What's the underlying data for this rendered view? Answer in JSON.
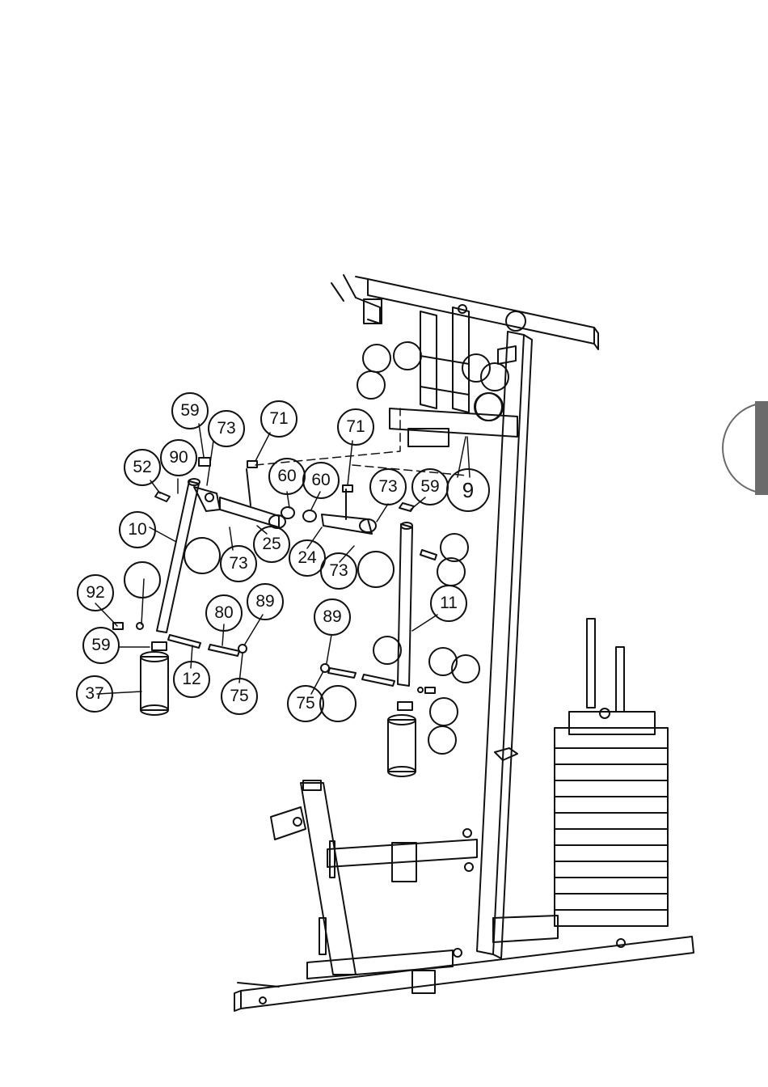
{
  "callouts": [
    {
      "id": "c59a",
      "text": "59"
    },
    {
      "id": "c73a",
      "text": "73"
    },
    {
      "id": "c71a",
      "text": "71"
    },
    {
      "id": "c71b",
      "text": "71"
    },
    {
      "id": "c90",
      "text": "90"
    },
    {
      "id": "c52",
      "text": "52"
    },
    {
      "id": "c60a",
      "text": "60"
    },
    {
      "id": "c60b",
      "text": "60"
    },
    {
      "id": "c73b",
      "text": "73"
    },
    {
      "id": "c59b",
      "text": "59"
    },
    {
      "id": "c9",
      "text": "9"
    },
    {
      "id": "c10",
      "text": "10"
    },
    {
      "id": "c25",
      "text": "25"
    },
    {
      "id": "c73c",
      "text": "73"
    },
    {
      "id": "c24",
      "text": "24"
    },
    {
      "id": "c73d",
      "text": "73"
    },
    {
      "id": "c92",
      "text": "92"
    },
    {
      "id": "c80",
      "text": "80"
    },
    {
      "id": "c89a",
      "text": "89"
    },
    {
      "id": "c11",
      "text": "11"
    },
    {
      "id": "c59c",
      "text": "59"
    },
    {
      "id": "c89b",
      "text": "89"
    },
    {
      "id": "c12",
      "text": "12"
    },
    {
      "id": "c37",
      "text": "37"
    },
    {
      "id": "c75a",
      "text": "75"
    },
    {
      "id": "c75b",
      "text": "75"
    },
    {
      "id": "e1",
      "text": ""
    },
    {
      "id": "e2",
      "text": ""
    },
    {
      "id": "e3",
      "text": ""
    },
    {
      "id": "e4",
      "text": ""
    },
    {
      "id": "e5",
      "text": ""
    },
    {
      "id": "e6",
      "text": ""
    },
    {
      "id": "e7",
      "text": ""
    },
    {
      "id": "e8",
      "text": ""
    },
    {
      "id": "e9",
      "text": ""
    },
    {
      "id": "e10",
      "text": ""
    },
    {
      "id": "e11",
      "text": ""
    },
    {
      "id": "e12",
      "text": ""
    },
    {
      "id": "e13",
      "text": ""
    },
    {
      "id": "e14",
      "text": ""
    },
    {
      "id": "e15",
      "text": ""
    },
    {
      "id": "e16",
      "text": ""
    },
    {
      "id": "e17",
      "text": ""
    },
    {
      "id": "e18",
      "text": ""
    }
  ],
  "colors": {
    "ink": "#111111",
    "tab": "#6b6b6b"
  }
}
